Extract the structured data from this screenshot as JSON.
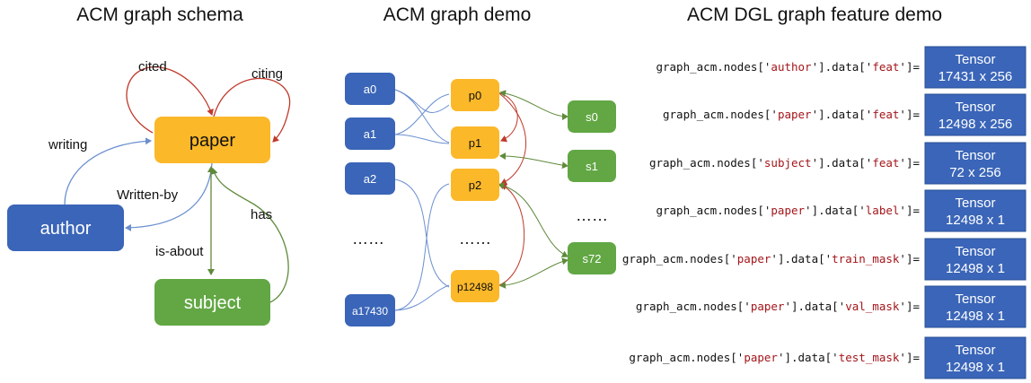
{
  "titles": {
    "schema": "ACM graph schema",
    "demo": "ACM graph demo",
    "feature": "ACM DGL graph feature demo"
  },
  "colors": {
    "author_blue": "#3a65b8",
    "paper_orange": "#fbb829",
    "subject_green": "#62a744",
    "tensor_blue": "#3a65b8",
    "edge_blue": "#6b8fcf",
    "edge_red": "#c0392b",
    "edge_green": "#5f8a3b",
    "string_red": "#a3151a"
  },
  "schema": {
    "nodes": {
      "paper": "paper",
      "author": "author",
      "subject": "subject"
    },
    "edges": {
      "cited": "cited",
      "citing": "citing",
      "writing": "writing",
      "written_by": "Written-by",
      "has": "has",
      "is_about": "is-about"
    }
  },
  "demo": {
    "authors": [
      "a0",
      "a1",
      "a2",
      "a17430"
    ],
    "papers": [
      "p0",
      "p1",
      "p2",
      "p12498"
    ],
    "subjects": [
      "s0",
      "s1",
      "s72"
    ],
    "ellipsis": "……"
  },
  "features": [
    {
      "ntype": "author",
      "field": "feat",
      "tensor": "Tensor",
      "shape": "17431 x 256"
    },
    {
      "ntype": "paper",
      "field": "feat",
      "tensor": "Tensor",
      "shape": "12498 x 256"
    },
    {
      "ntype": "subject",
      "field": "feat",
      "tensor": "Tensor",
      "shape": "72 x 256"
    },
    {
      "ntype": "paper",
      "field": "label",
      "tensor": "Tensor",
      "shape": "12498 x 1"
    },
    {
      "ntype": "paper",
      "field": "train_mask",
      "tensor": "Tensor",
      "shape": "12498 x 1"
    },
    {
      "ntype": "paper",
      "field": "val_mask",
      "tensor": "Tensor",
      "shape": "12498 x 1"
    },
    {
      "ntype": "paper",
      "field": "test_mask",
      "tensor": "Tensor",
      "shape": "12498 x 1"
    }
  ],
  "code": {
    "prefix": "graph_acm.nodes['",
    "mid": "'].data['",
    "suffix": "']="
  }
}
